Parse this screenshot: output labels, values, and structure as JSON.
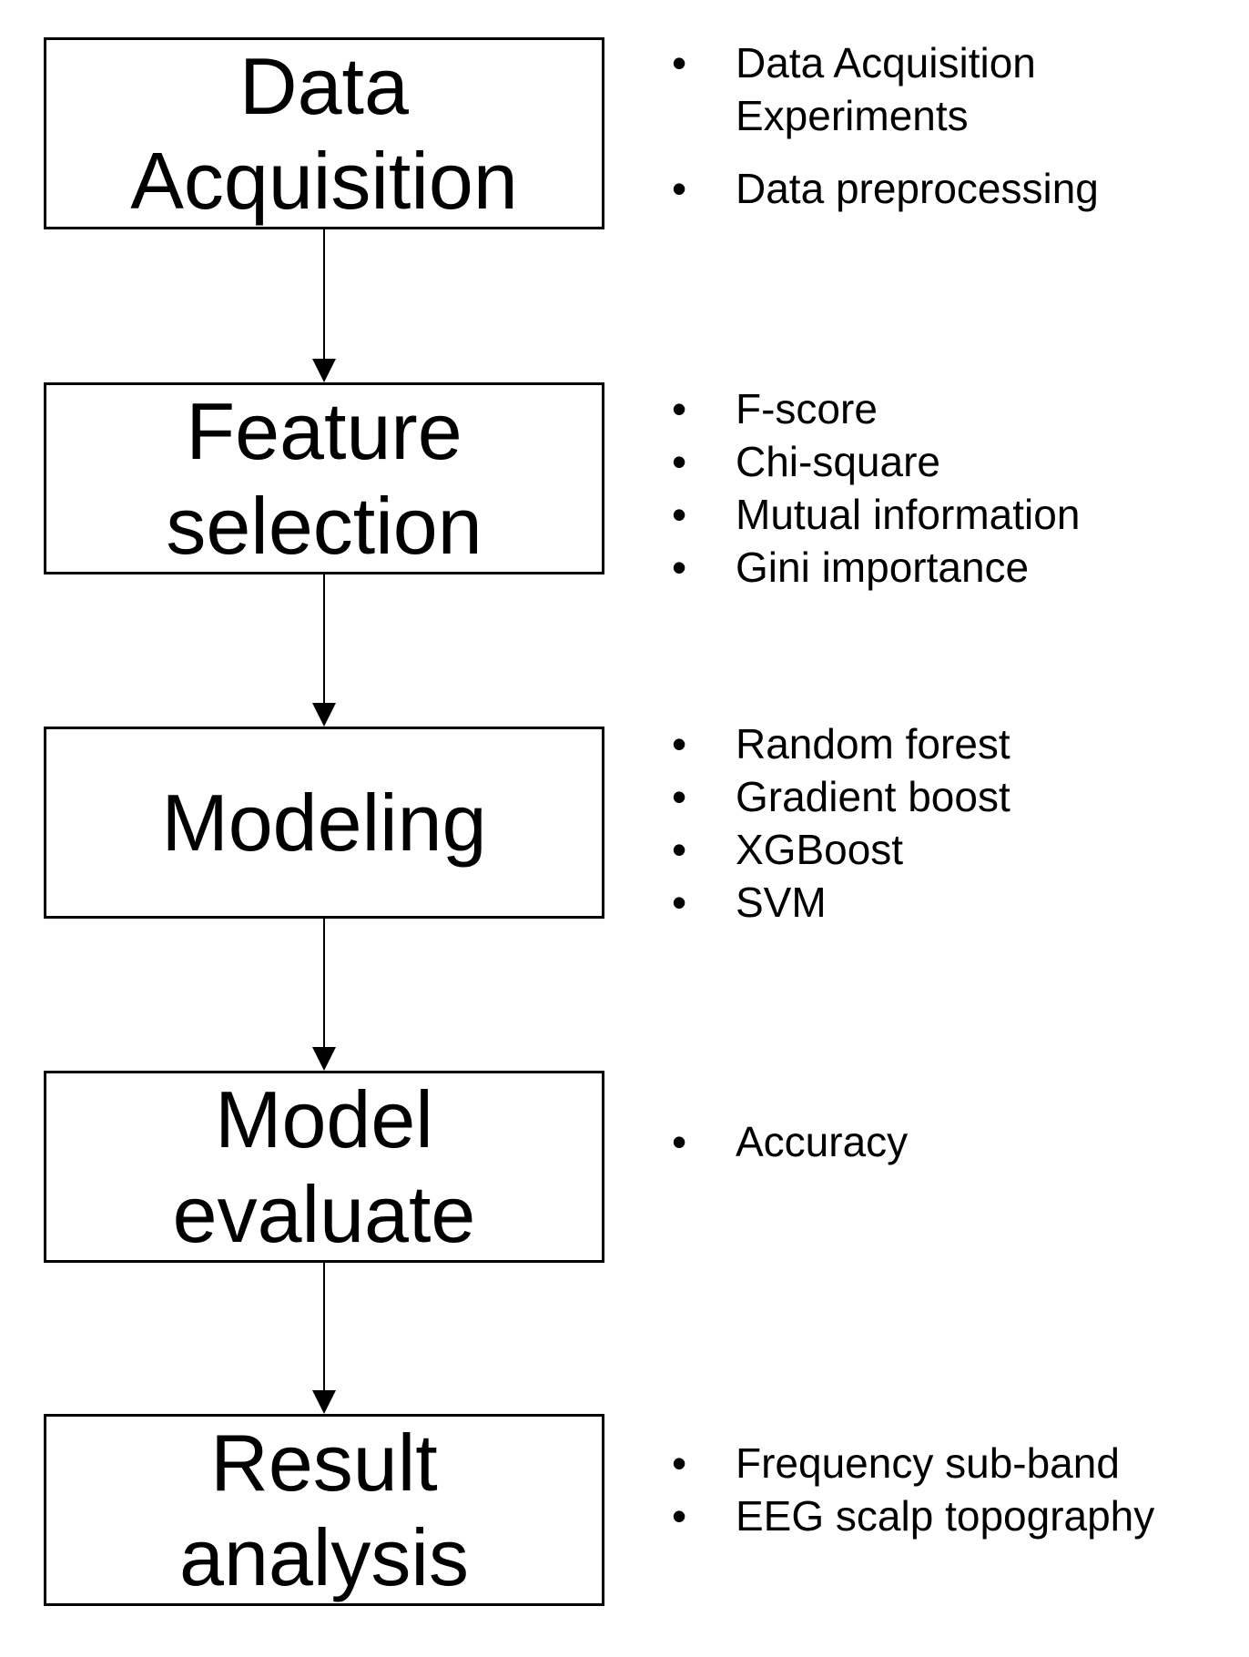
{
  "stages": [
    {
      "lines": [
        "Data",
        "Acquisition"
      ],
      "details": [
        "Data Acquisition Experiments",
        "Data preprocessing"
      ]
    },
    {
      "lines": [
        "Feature",
        "selection"
      ],
      "details": [
        "F-score",
        "Chi-square",
        "Mutual information",
        "Gini importance"
      ]
    },
    {
      "lines": [
        "Modeling"
      ],
      "details": [
        "Random forest",
        "Gradient boost",
        "XGBoost",
        "SVM"
      ]
    },
    {
      "lines": [
        "Model",
        "evaluate"
      ],
      "details": [
        "Accuracy"
      ]
    },
    {
      "lines": [
        "Result",
        "analysis"
      ],
      "details": [
        "Frequency sub-band",
        "EEG scalp topography"
      ]
    }
  ],
  "bullet_glyph": "•",
  "colors": {
    "stroke": "#000000",
    "background": "#ffffff",
    "text": "#000000"
  }
}
